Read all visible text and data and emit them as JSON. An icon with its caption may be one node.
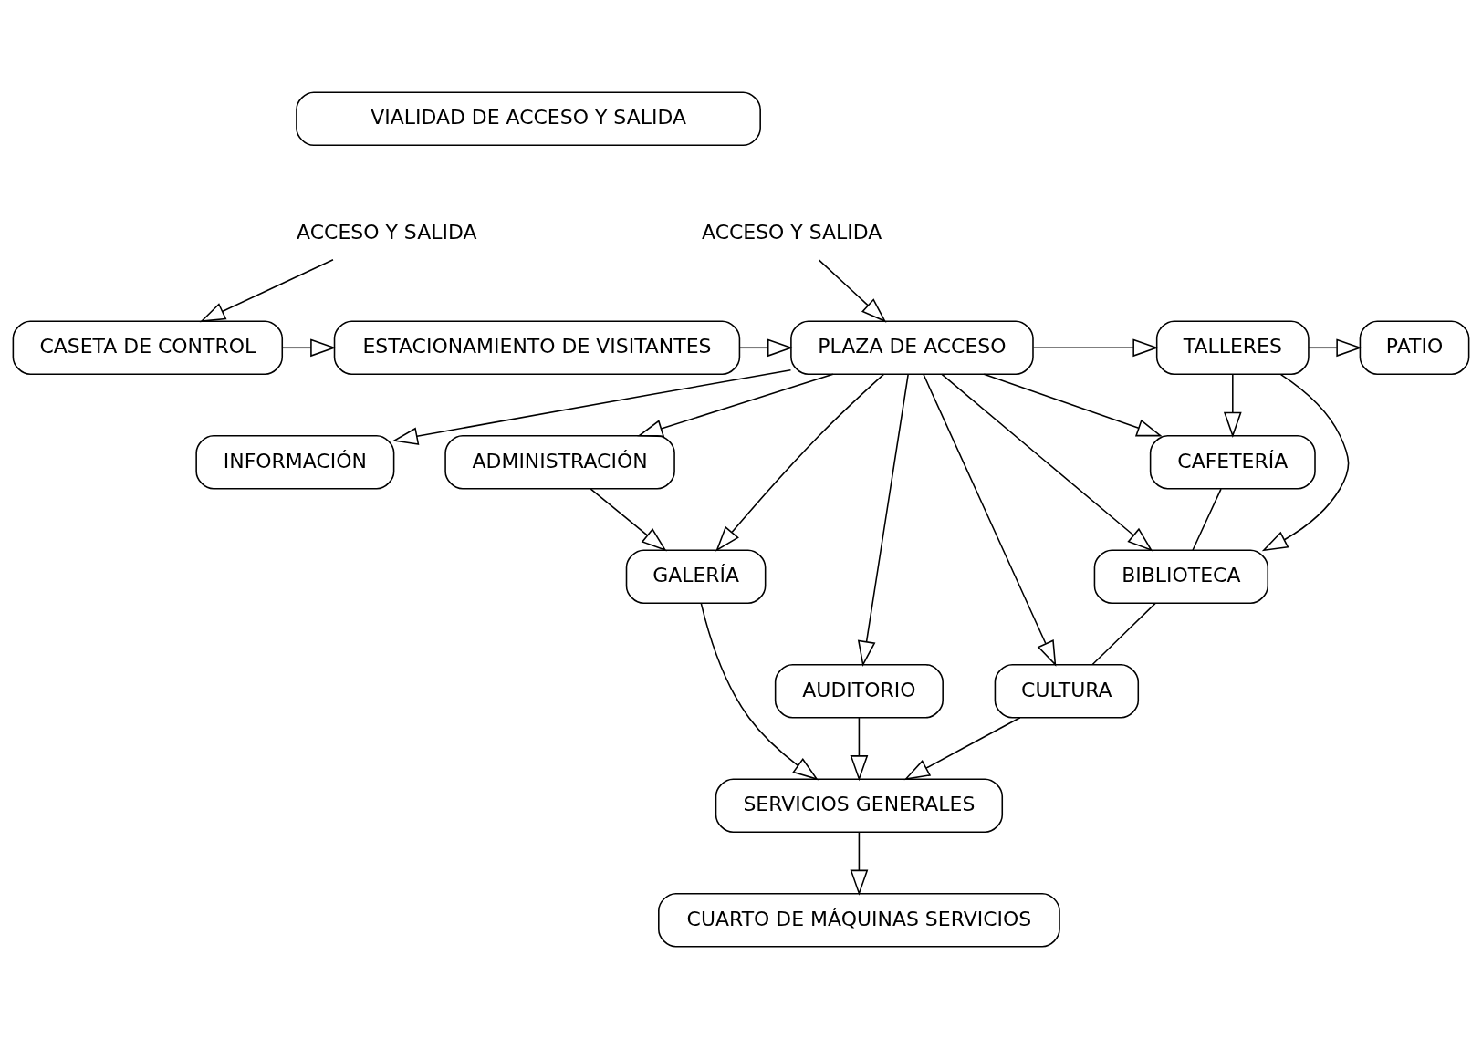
{
  "diagram": {
    "nodes": [
      {
        "text": [
          "VIALIDAD DE ACCESO Y SALIDA"
        ]
      },
      {
        "text": [
          "ACCESO Y SALIDA"
        ]
      },
      {
        "text": [
          "ACCESO Y SALIDA"
        ]
      },
      {
        "text": [
          "PATIO"
        ]
      },
      {
        "text": [
          "TALLERES"
        ]
      },
      {
        "text": [
          "PLAZA DE ACCESO"
        ]
      },
      {
        "text": [
          "CASETA DE CONTROL"
        ]
      },
      {
        "text": [
          "ESTACIONAMIENTO DE VISITANTES"
        ]
      },
      {
        "text": [
          "CAFETERÍA"
        ]
      },
      {
        "text": [
          "INFORMACIÓN"
        ]
      },
      {
        "text": [
          "ADMINISTRACIÓN"
        ]
      },
      {
        "text": [
          "BIBLIOTECA"
        ]
      },
      {
        "text": [
          "AUDITORIO"
        ]
      },
      {
        "text": [
          "CULTURA"
        ]
      },
      {
        "text": [
          "GALERÍA"
        ]
      },
      {
        "text": [
          "SERVICIOS GENERALES"
        ]
      },
      {
        "text": [
          "CUARTO DE MÁQUINAS SERVICIOS"
        ]
      }
    ],
    "edges": [
      {
        "from": 1,
        "to": 5,
        "arrow": "to"
      },
      {
        "from": 2,
        "to": 6,
        "arrow": "to"
      },
      {
        "from": 6,
        "to": 7,
        "arrow": "to"
      },
      {
        "from": 7,
        "to": 5,
        "arrow": "to"
      },
      {
        "from": 5,
        "to": 4,
        "arrow": "to"
      },
      {
        "from": 4,
        "to": 3,
        "arrow": "to"
      },
      {
        "from": 4,
        "to": 8,
        "arrow": "to"
      },
      {
        "from": 5,
        "to": 8,
        "arrow": "to"
      },
      {
        "from": 4,
        "to": 11,
        "arrow": "to"
      },
      {
        "from": 8,
        "to": 11,
        "arrow": "none"
      },
      {
        "from": 5,
        "to": 11,
        "arrow": "to"
      },
      {
        "from": 11,
        "to": 13,
        "arrow": "none"
      },
      {
        "from": 5,
        "to": 13,
        "arrow": "to"
      },
      {
        "from": 5,
        "to": 9,
        "arrow": "to"
      },
      {
        "from": 5,
        "to": 10,
        "arrow": "to"
      },
      {
        "from": 5,
        "to": 14,
        "arrow": "to"
      },
      {
        "from": 10,
        "to": 14,
        "arrow": "to"
      },
      {
        "from": 5,
        "to": 12,
        "arrow": "to"
      },
      {
        "from": 12,
        "to": 15,
        "arrow": "to"
      },
      {
        "from": 13,
        "to": 15,
        "arrow": "to"
      },
      {
        "from": 14,
        "to": 15,
        "arrow": "to"
      },
      {
        "from": 15,
        "to": 16,
        "arrow": "to"
      }
    ]
  }
}
